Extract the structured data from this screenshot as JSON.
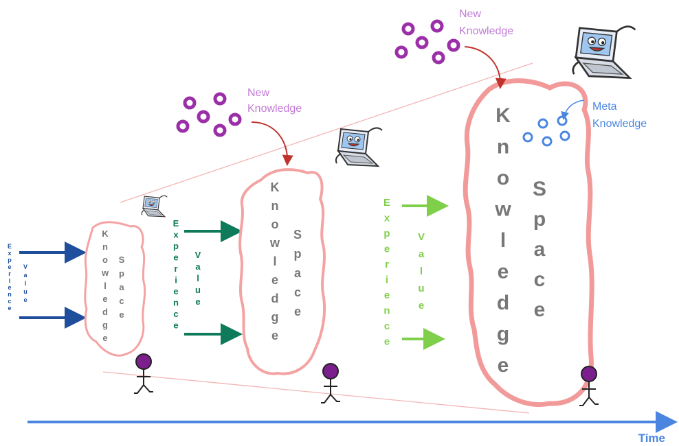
{
  "colors": {
    "cloud": "#f4a3a3",
    "cloud_thick": "#f29a9a",
    "cone": "#f3b5b5",
    "stage1": "#1f4e9c",
    "stage2": "#0f7a5a",
    "stage3": "#7fcf4a",
    "knowledge_dot": "#9b2fa8",
    "new_knowledge_text": "#c27bd6",
    "meta": "#4a86e0",
    "time": "#4a86e0",
    "ks_text": "#777777",
    "red_arrow": "#c0322b"
  },
  "stages": [
    {
      "experience": "Experience",
      "value": "Value",
      "knowledge": "Knowledge",
      "space": "Space"
    },
    {
      "experience": "Experience",
      "value": "Value",
      "knowledge": "Knowledge",
      "space": "Space"
    },
    {
      "experience": "Experience",
      "value": "Value",
      "knowledge": "Knowledge",
      "space": "Space"
    }
  ],
  "new_knowledge": [
    {
      "line1": "New",
      "line2": "Knowledge"
    },
    {
      "line1": "New",
      "line2": "Knowledge"
    }
  ],
  "meta_knowledge": {
    "line1": "Meta",
    "line2": "Knowledge"
  },
  "time_label": "Time",
  "icons": [
    "laptop-icon",
    "person-icon",
    "knowledge-dots-icon"
  ]
}
